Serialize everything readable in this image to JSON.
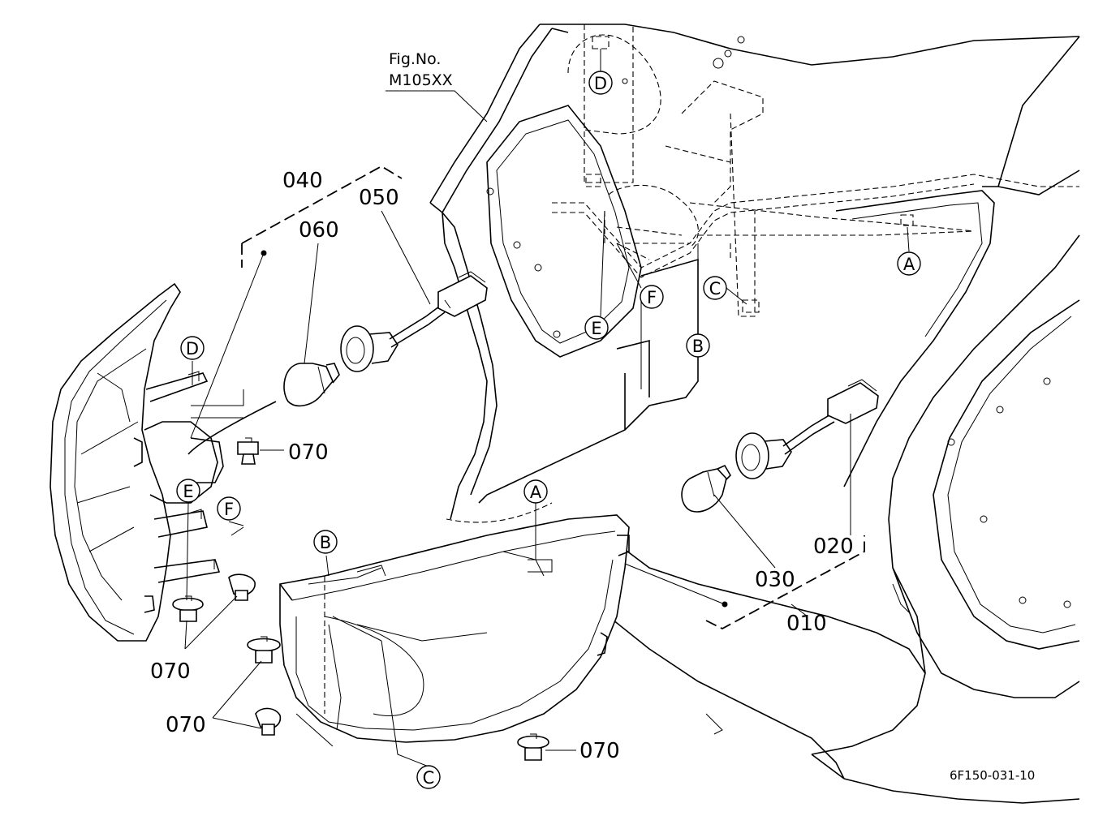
{
  "figure": {
    "ref_line1": "Fig.No.",
    "ref_line2": "M105XX",
    "drawing_code": "6F150-031-10"
  },
  "part_numbers": {
    "p010": "010",
    "p020": "020",
    "p030": "030",
    "p040": "040",
    "p050": "050",
    "p060": "060",
    "p070a": "070",
    "p070b": "070",
    "p070c": "070",
    "p070d": "070"
  },
  "callouts": {
    "A_top": "A",
    "A_lamp": "A",
    "B_top": "B",
    "B_lamp": "B",
    "C_top": "C",
    "C_lamp": "C",
    "D_top": "D",
    "D_lamp": "D",
    "E_top": "E",
    "E_lamp": "E",
    "F_top": "F",
    "F_lamp": "F"
  }
}
